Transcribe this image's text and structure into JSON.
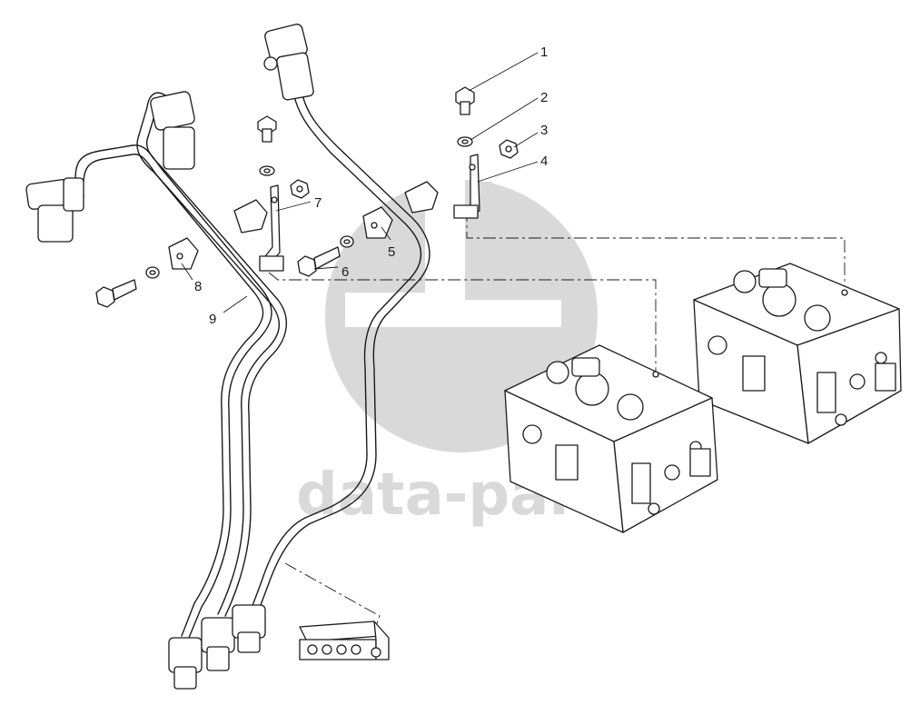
{
  "watermark": {
    "text": "data-parts",
    "color": "#d9d9d9"
  },
  "colors": {
    "line": "#1a1a1a",
    "background": "#ffffff"
  },
  "callouts": [
    {
      "id": "1",
      "label": "1"
    },
    {
      "id": "2",
      "label": "2"
    },
    {
      "id": "3",
      "label": "3"
    },
    {
      "id": "4",
      "label": "4"
    },
    {
      "id": "5",
      "label": "5"
    },
    {
      "id": "6",
      "label": "6"
    },
    {
      "id": "7",
      "label": "7"
    },
    {
      "id": "8",
      "label": "8"
    },
    {
      "id": "9",
      "label": "9"
    }
  ]
}
